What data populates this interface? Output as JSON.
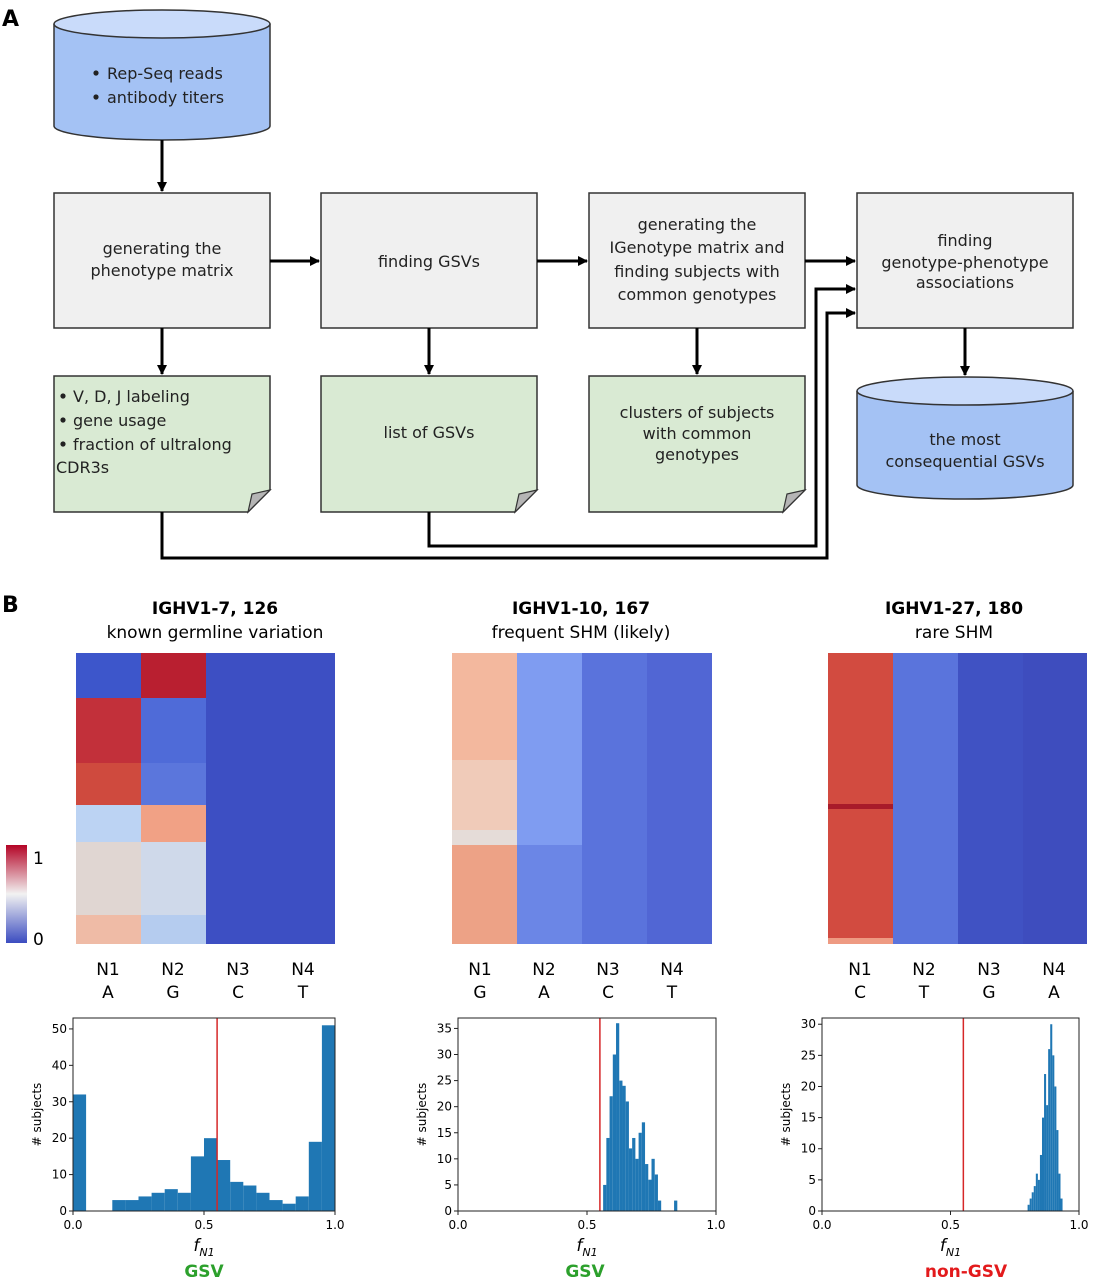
{
  "panels": {
    "a": "A",
    "b": "B"
  },
  "flowchart": {
    "input_db": [
      "Rep-Seq reads",
      "antibody titers"
    ],
    "steps": [
      [
        "generating the",
        "phenotype matrix"
      ],
      [
        "finding GSVs"
      ],
      [
        "generating the",
        "IGenotype matrix and",
        "finding subjects with",
        "common genotypes"
      ],
      [
        "finding",
        "genotype-phenotype",
        "associations"
      ]
    ],
    "outputs": [
      [
        "V, D, J labeling",
        "gene usage",
        "fraction of ultralong",
        "CDR3s"
      ],
      [
        "list of GSVs"
      ],
      [
        "clusters of subjects",
        "with common",
        "genotypes"
      ]
    ],
    "output_bullets": [
      true,
      false,
      false
    ],
    "final_db": [
      "the most",
      "consequential GSVs"
    ]
  },
  "colorbar": {
    "max_label": "1",
    "min_label": "0"
  },
  "heatmaps": [
    {
      "title": "IGHV1-7, 126",
      "subtitle": "known germline variation",
      "columns": [
        {
          "pos": "N1",
          "base": "A"
        },
        {
          "pos": "N2",
          "base": "G"
        },
        {
          "pos": "N3",
          "base": "C"
        },
        {
          "pos": "N4",
          "base": "T"
        }
      ]
    },
    {
      "title": "IGHV1-10, 167",
      "subtitle": "frequent SHM (likely)",
      "columns": [
        {
          "pos": "N1",
          "base": "G"
        },
        {
          "pos": "N2",
          "base": "A"
        },
        {
          "pos": "N3",
          "base": "C"
        },
        {
          "pos": "N4",
          "base": "T"
        }
      ]
    },
    {
      "title": "IGHV1-27, 180",
      "subtitle": "rare SHM",
      "columns": [
        {
          "pos": "N1",
          "base": "C"
        },
        {
          "pos": "N2",
          "base": "T"
        },
        {
          "pos": "N3",
          "base": "G"
        },
        {
          "pos": "N4",
          "base": "A"
        }
      ]
    }
  ],
  "chart_data": [
    {
      "type": "bar",
      "xlabel": "f_N1",
      "ylabel": "# subjects",
      "xlim": [
        0,
        1
      ],
      "ylim": [
        0,
        53
      ],
      "yticks": [
        0,
        10,
        20,
        30,
        40,
        50
      ],
      "xticks": [
        "0.0",
        "0.5",
        "1.0"
      ],
      "threshold": 0.55,
      "bin_width": 0.05,
      "bins": [
        {
          "x": 0.0,
          "count": 32
        },
        {
          "x": 0.15,
          "count": 3
        },
        {
          "x": 0.2,
          "count": 3
        },
        {
          "x": 0.25,
          "count": 4
        },
        {
          "x": 0.3,
          "count": 5
        },
        {
          "x": 0.35,
          "count": 6
        },
        {
          "x": 0.4,
          "count": 5
        },
        {
          "x": 0.45,
          "count": 15
        },
        {
          "x": 0.5,
          "count": 20
        },
        {
          "x": 0.55,
          "count": 14
        },
        {
          "x": 0.6,
          "count": 8
        },
        {
          "x": 0.65,
          "count": 7
        },
        {
          "x": 0.7,
          "count": 5
        },
        {
          "x": 0.75,
          "count": 3
        },
        {
          "x": 0.8,
          "count": 2
        },
        {
          "x": 0.85,
          "count": 4
        },
        {
          "x": 0.9,
          "count": 19
        },
        {
          "x": 0.95,
          "count": 51
        }
      ],
      "verdict": "GSV",
      "verdict_color": "#2ca02c"
    },
    {
      "type": "bar",
      "xlabel": "f_N1",
      "ylabel": "# subjects",
      "xlim": [
        0,
        1
      ],
      "ylim": [
        0,
        37
      ],
      "yticks": [
        0,
        5,
        10,
        15,
        20,
        25,
        30,
        35
      ],
      "xticks": [
        "0.0",
        "0.5",
        "1.0"
      ],
      "threshold": 0.55,
      "bin_width": 0.0125,
      "bins": [
        {
          "x": 0.5625,
          "count": 5
        },
        {
          "x": 0.575,
          "count": 14
        },
        {
          "x": 0.5875,
          "count": 22
        },
        {
          "x": 0.6,
          "count": 30
        },
        {
          "x": 0.6125,
          "count": 36
        },
        {
          "x": 0.625,
          "count": 25
        },
        {
          "x": 0.6375,
          "count": 24
        },
        {
          "x": 0.65,
          "count": 21
        },
        {
          "x": 0.6625,
          "count": 12
        },
        {
          "x": 0.675,
          "count": 14
        },
        {
          "x": 0.6875,
          "count": 10
        },
        {
          "x": 0.7,
          "count": 15
        },
        {
          "x": 0.7125,
          "count": 17
        },
        {
          "x": 0.725,
          "count": 9
        },
        {
          "x": 0.7375,
          "count": 6
        },
        {
          "x": 0.75,
          "count": 10
        },
        {
          "x": 0.7625,
          "count": 7
        },
        {
          "x": 0.775,
          "count": 2
        },
        {
          "x": 0.8375,
          "count": 2
        }
      ],
      "verdict": "GSV",
      "verdict_color": "#2ca02c"
    },
    {
      "type": "bar",
      "xlabel": "f_N1",
      "ylabel": "# subjects",
      "xlim": [
        0,
        1
      ],
      "ylim": [
        0,
        31
      ],
      "yticks": [
        0,
        5,
        10,
        15,
        20,
        25,
        30
      ],
      "xticks": [
        "0.0",
        "0.5",
        "1.0"
      ],
      "threshold": 0.55,
      "bin_width": 0.008,
      "bins": [
        {
          "x": 0.8,
          "count": 1
        },
        {
          "x": 0.808,
          "count": 2
        },
        {
          "x": 0.816,
          "count": 3
        },
        {
          "x": 0.824,
          "count": 4
        },
        {
          "x": 0.832,
          "count": 6
        },
        {
          "x": 0.84,
          "count": 5
        },
        {
          "x": 0.848,
          "count": 9
        },
        {
          "x": 0.856,
          "count": 15
        },
        {
          "x": 0.864,
          "count": 22
        },
        {
          "x": 0.872,
          "count": 17
        },
        {
          "x": 0.88,
          "count": 26
        },
        {
          "x": 0.888,
          "count": 30
        },
        {
          "x": 0.896,
          "count": 25
        },
        {
          "x": 0.904,
          "count": 20
        },
        {
          "x": 0.912,
          "count": 13
        },
        {
          "x": 0.92,
          "count": 6
        },
        {
          "x": 0.928,
          "count": 2
        }
      ],
      "verdict": "non-GSV",
      "verdict_color": "#e31a1c"
    }
  ]
}
